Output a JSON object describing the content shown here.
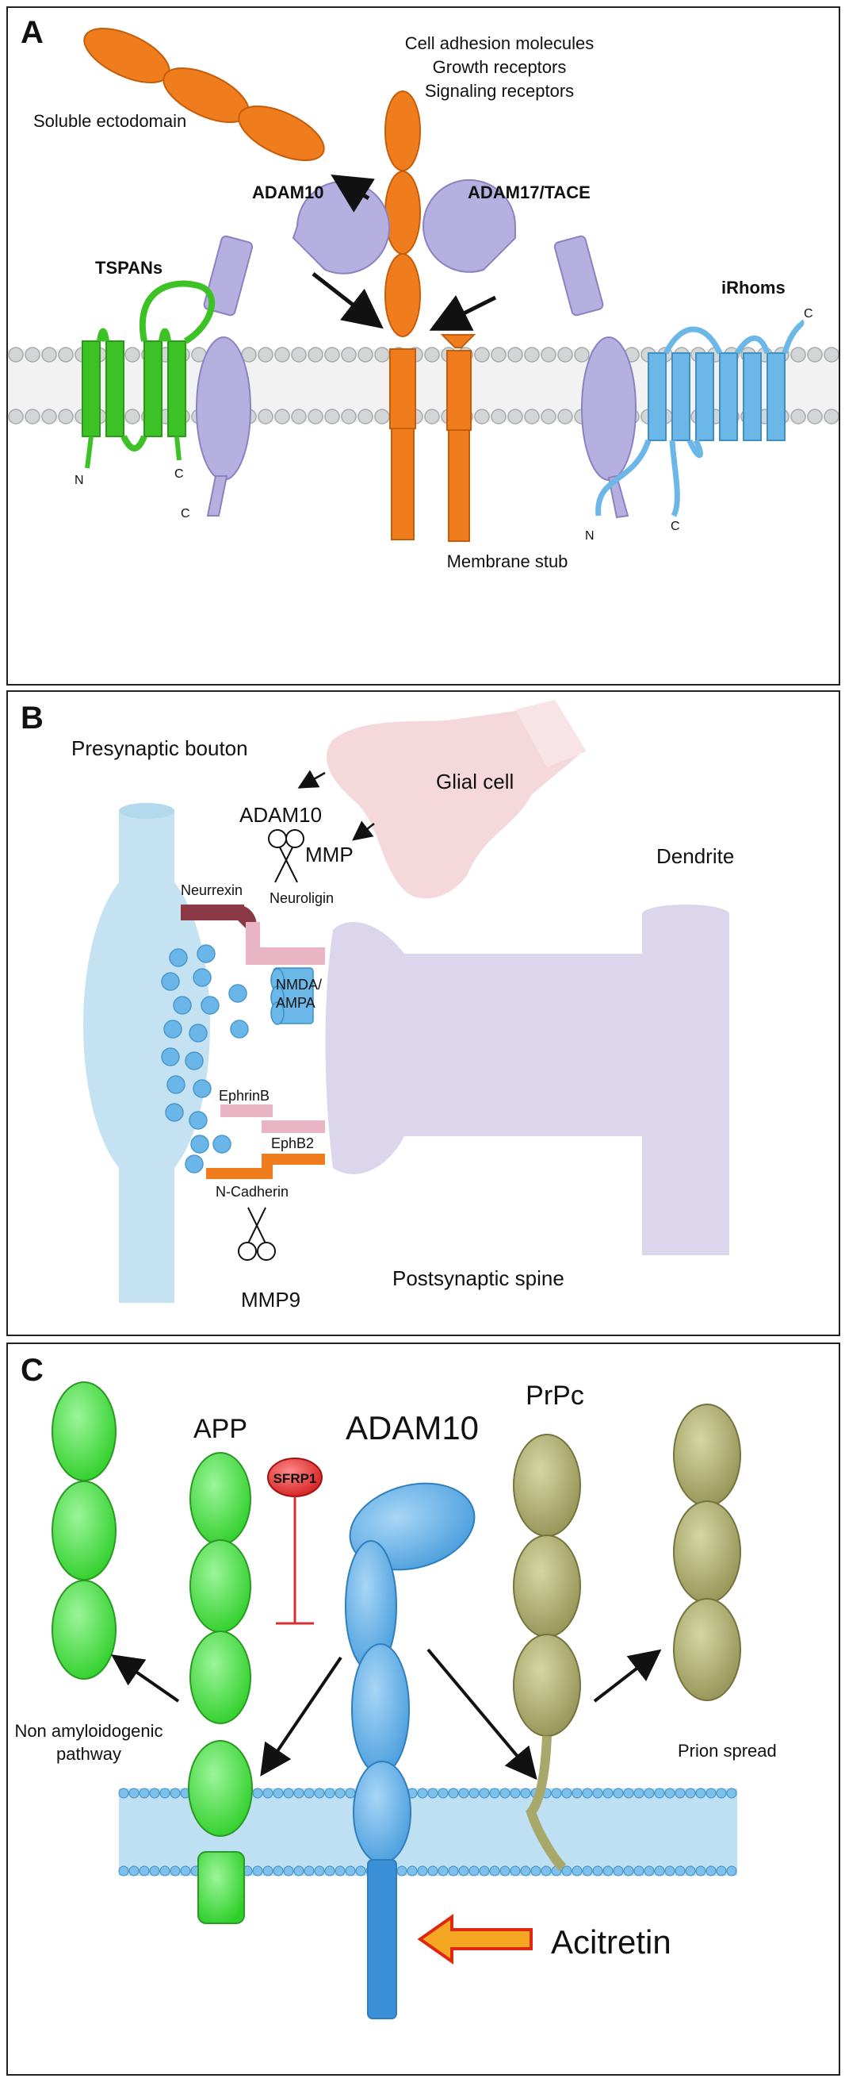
{
  "panelA": {
    "letter": "A",
    "soluble_ectodomain": "Soluble ectodomain",
    "substrates": [
      "Cell adhesion molecules",
      "Growth receptors",
      "Signaling receptors"
    ],
    "adam10": "ADAM10",
    "adam17": "ADAM17/TACE",
    "tspans": "TSPANs",
    "irhoms": "iRhoms",
    "membrane_stub": "Membrane stub",
    "n_label": "N",
    "c_label": "C",
    "colors": {
      "orange": "#f07d1d",
      "lavender": "#b6b0e0",
      "green": "#3cc225",
      "blue": "#6bb8e8",
      "membrane": "#cfd2d2"
    }
  },
  "panelB": {
    "letter": "B",
    "presynaptic": "Presynaptic bouton",
    "glial": "Glial cell",
    "dendrite": "Dendrite",
    "adam10": "ADAM10",
    "mmp": "MMP",
    "neurexin": "Neurrexin",
    "neuroligin": "Neuroligin",
    "nmda_line1": "NMDA/",
    "nmda_line2": "AMPA",
    "ephrinb": "EphrinB",
    "ephb2": "EphB2",
    "ncadherin": "N-Cadherin",
    "mmp9": "MMP9",
    "postsynaptic": "Postsynaptic spine",
    "colors": {
      "presyn": "#c4e2f2",
      "glia": "#f4d8dc",
      "spine": "#dcd6ec",
      "neurexin": "#8b3a45",
      "neuroligin": "#e9b4c4",
      "vesicle": "#6ab6e8"
    }
  },
  "panelC": {
    "letter": "C",
    "app": "APP",
    "adam10": "ADAM10",
    "prpc": "PrPc",
    "sfrp1": "SFRP1",
    "non_amyloid_line1": "Non amyloidogenic",
    "non_amyloid_line2": "pathway",
    "prion_spread": "Prion spread",
    "acitretin": "Acitretin",
    "colors": {
      "green": "#3ee03a",
      "blue": "#5aaee8",
      "olive": "#a8a86a",
      "red": "#d83030",
      "arrow_fill": "#f5a623"
    }
  }
}
